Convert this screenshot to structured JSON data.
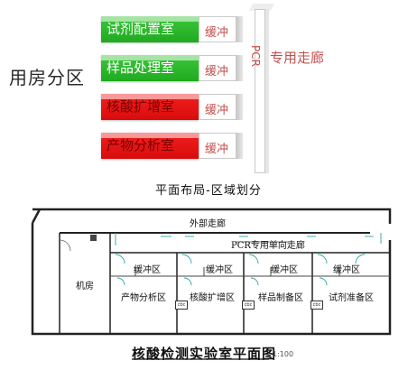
{
  "zoning": {
    "title": "用房分区",
    "blocks": [
      {
        "name": "试剂配置室",
        "buffer": "缓冲",
        "color": "#22b022"
      },
      {
        "name": "样品处理室",
        "buffer": "缓冲",
        "color": "#22b022"
      },
      {
        "name": "核酸扩增室",
        "buffer": "缓冲",
        "color": "#e81212"
      },
      {
        "name": "产物分析室",
        "buffer": "缓冲",
        "color": "#e81212"
      }
    ],
    "corridor_pcr": "PCR",
    "corridor_label": "专用走廊",
    "caption": "平面布局-区域划分"
  },
  "plan": {
    "outer_corridor": "外部走廊",
    "pcr_corridor": "PCR专用单向走廊",
    "machine_room": "机房",
    "buffer_label": "缓冲区",
    "rooms": [
      "产物分析区",
      "核酸扩增区",
      "样品制备区",
      "试剂准备区"
    ],
    "pass_box": "cbc",
    "title": "核酸检测实验室平面图",
    "scale": "1:100"
  }
}
